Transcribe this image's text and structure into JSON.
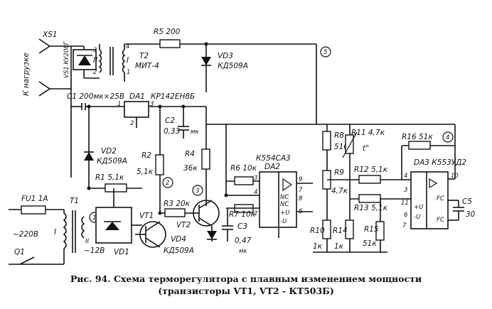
{
  "labels": {
    "xs1": "XS1",
    "k_nagruzke": "К нагрузке",
    "vs1": "VS1 КУ208Г",
    "r5": "R5 200",
    "t2": "T2",
    "t2_type": "МИТ-4",
    "t2_w1": "I",
    "t2_w2": "II",
    "t2_p1": "1",
    "t2_p2": "2",
    "t2_p3": "3",
    "t2_p4": "4",
    "vd3": "VD3",
    "vd3_type": "КД509А",
    "node5": "5",
    "c1": "C1 200мк×25В",
    "da1": "DA1",
    "da1_type": "КР142ЕН8Б",
    "da1_p1": "1",
    "da1_p2": "2",
    "da1_p3": "3",
    "c2": "C2",
    "c2_val": "0,33",
    "c2_unit": "мк",
    "vd2": "VD2",
    "vd2_type": "КД509А",
    "r1": "R1 5,1к",
    "r2": "R2",
    "r2_val": "5,1к",
    "r4": "R4",
    "r4_val": "36к",
    "node2": "2",
    "node3": "3",
    "node1": "1",
    "node4": "4",
    "r3": "R3 20к",
    "vt1": "VT1",
    "vt2": "VT2",
    "vd4": "VD4",
    "vd4_type": "КД509А",
    "fu1": "FU1 1A",
    "t1": "T1",
    "t1_w1": "I",
    "t1_w2": "II",
    "t1_v": "~12В",
    "vd1": "VD1",
    "mains": "~220В",
    "q1": "Q1",
    "r6": "R6 10к",
    "r7": "R7 10к",
    "c3": "C3",
    "c3_val": "0,47",
    "c3_unit": "мк",
    "da2": "DA2",
    "da2_type": "К554СА3",
    "da2_nc1": "NC",
    "da2_nc2": "NC",
    "da2_pu": "+U",
    "da2_mu": "-U",
    "da2_p3": "3",
    "da2_p4": "4",
    "da2_p9": "9",
    "da2_p7": "7",
    "da2_p8": "8",
    "da2_p2": "2",
    "da2_p6": "6",
    "r8": "R8",
    "r8_val": "510",
    "r11": "R11 4,7к",
    "r11_t": "t°",
    "r9": "R9",
    "r9_val": "4,7к",
    "r10": "R10",
    "r10_val": "1к",
    "r14": "R14",
    "r14_val": "1к",
    "r12": "R12 5,1к",
    "r13": "R13 5,1к",
    "r15": "R15",
    "r15_val": "51к",
    "r16": "R16 51к",
    "da3": "DA3 К553УД2",
    "da3_p4": "4",
    "da3_p10": "10",
    "da3_p3": "3",
    "da3_p11": "11",
    "da3_p6": "6",
    "da3_p7": "7",
    "da3_pu": "+U",
    "da3_mu": "-U",
    "da3_fc1": "FC",
    "da3_fc2": "FC",
    "c5": "C5",
    "c5_val": "30"
  },
  "caption": {
    "line1": "Рис. 94. Схема терморегулятора с плавным изменением мощности",
    "line2": "(транзисторы VT1, VT2 - КТ503Б)"
  }
}
